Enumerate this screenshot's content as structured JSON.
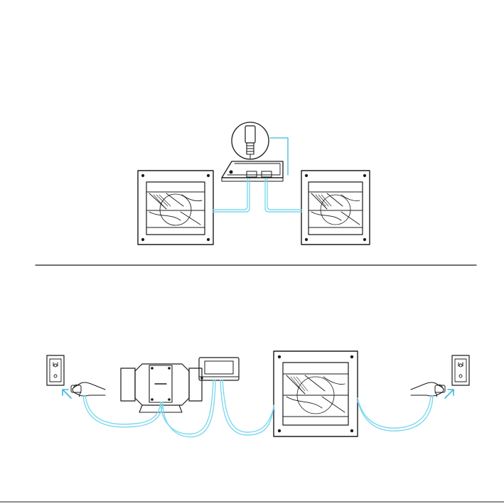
{
  "diagram": {
    "top_panel": {
      "components": [
        "fan-left",
        "controller",
        "plug-connector",
        "fan-right"
      ],
      "cable_color": "#7dd8ee"
    },
    "bottom_panel": {
      "components": [
        "wall-outlet-left",
        "hand-plug-left",
        "inline-duct-fan",
        "controller",
        "shutter-fan",
        "hand-plug-right",
        "wall-outlet-right"
      ],
      "cable_color": "#7dd8ee",
      "arrow_color": "#3fb8dc"
    },
    "colors": {
      "line": "#1a1a1a",
      "cable": "#7dd8ee",
      "accent": "#3fb8dc",
      "background": "#ffffff"
    }
  }
}
